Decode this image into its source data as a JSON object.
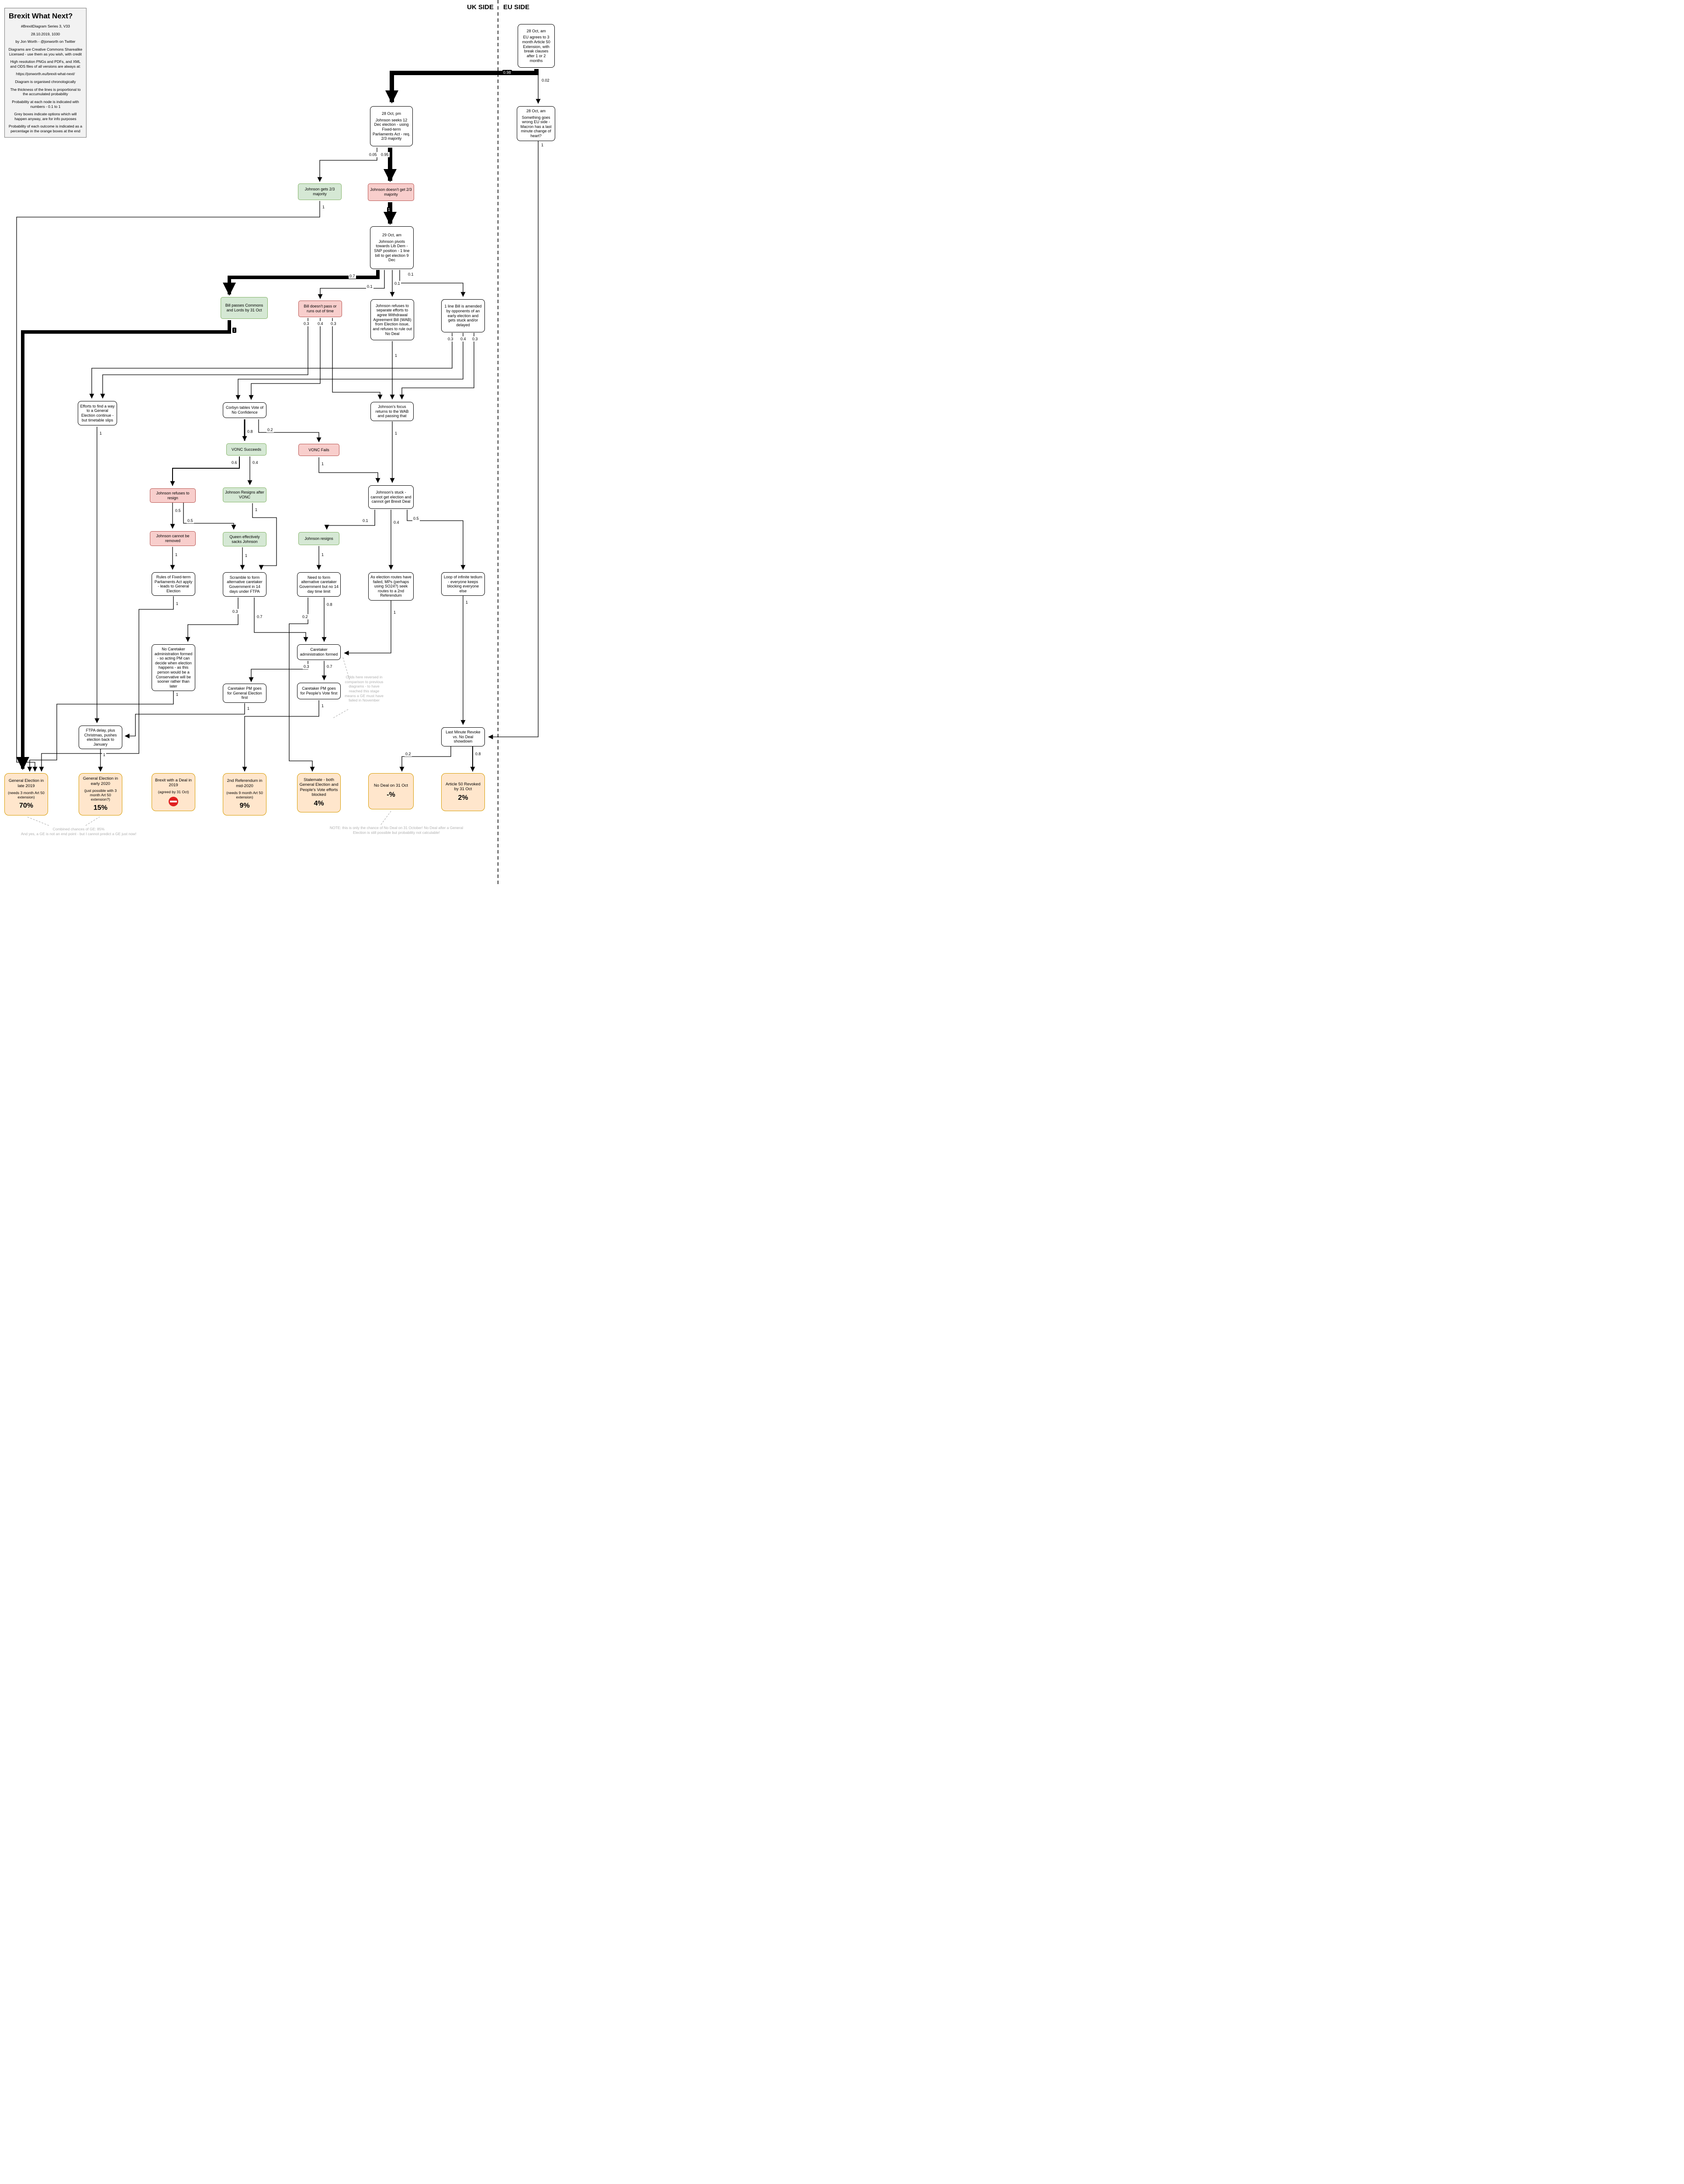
{
  "sides": {
    "uk": "UK SIDE",
    "eu": "EU SIDE"
  },
  "legend": {
    "title": "Brexit What Next?",
    "lines": [
      "#BrexitDiagram Series 3, V33",
      "28.10.2019, 1030",
      "by Jon Worth - @jonworth on Twitter",
      "Diagrams are Creative Commons Sharealike Licensed - use them as you wish, with credit",
      "High resolution PNGs and PDFs, and XML and ODS files of all versions are always at:",
      "https://jonworth.eu/brexit-what-next/",
      "Diagram is organised chronologically",
      "The thickness of the lines is proportional to the accumulated probability",
      "Probability at each node is indicated with numbers - 0.1 to 1",
      "Grey boxes indicate options which will happen anyway, are for info purposes",
      "Probability of each outcome is indicated as a percentage in the orange boxes at the end"
    ]
  },
  "nodes": {
    "eu_agrees": {
      "date": "28 Oct, am",
      "text": "EU agrees to 3 month Article 50 Extension, with break clauses after 1 or 2 months"
    },
    "eu_wrong": {
      "date": "28 Oct, am",
      "text": "Something goes wrong EU side - Macron has a last minute change of heart?"
    },
    "johnson_seeks": {
      "date": "28 Oct, pm",
      "text": "Johnson seeks 12 Dec election - using Fixed-term Parliaments Act - req. 2/3 majority"
    },
    "gets_majority": {
      "text": "Johnson gets 2/3 majority"
    },
    "no_majority": {
      "text": "Johnson doesn't get 2/3 majority"
    },
    "pivot": {
      "date": "29 Oct, am",
      "text": "Johnson pivots towards Lib Dem - SNP position - 1 line bill to get election 9 Dec"
    },
    "bill_passes": {
      "text": "Bill passes Commons and Lords by 31 Oct"
    },
    "bill_fails": {
      "text": "Bill doesn't pass or runs out of time"
    },
    "refuses_separate": {
      "text": "Johnson refuses to separate efforts to agree Withdrawal Agreement Bill (WAB) from Election issue, and refuses to rule out No Deal"
    },
    "bill_amended": {
      "text": "1 line Bill is amended by opponents of an early election and gets stuck and/or delayed"
    },
    "efforts_continue": {
      "text": "Efforts to find a way to a General Election continue - but timetable slips"
    },
    "vonc_tabled": {
      "text": "Corbyn tables Vote of No Confidence"
    },
    "wab_focus": {
      "text": "Johnson's focus returns to the WAB and passing that"
    },
    "vonc_succeeds": {
      "text": "VONC Succeeds"
    },
    "vonc_fails": {
      "text": "VONC Fails"
    },
    "refuses_resign": {
      "text": "Johnson refuses to resign"
    },
    "resigns_vonc": {
      "text": "Johnson Resigns after VONC"
    },
    "johnsons_stuck": {
      "text": "Johnson's stuck - cannot get election and cannot get Brexit Deal"
    },
    "cannot_removed": {
      "text": "Johnson cannot be removed"
    },
    "queen_sacks": {
      "text": "Queen effectively sacks Johnson"
    },
    "johnson_resigns": {
      "text": "Johnson resigns"
    },
    "ftpa_rules": {
      "text": "Rules of Fixed-term Parliaments Act apply - leads to General Election"
    },
    "scramble": {
      "text": "Scramble to form alternative caretaker Government in 14 days under FTPA"
    },
    "need_caretaker": {
      "text": "Need to form alternative caretaker Government but no 14 day time limit"
    },
    "seek_2nd_ref": {
      "text": "As election routes have failed, MPs (perhaps using SO24?) seek routes to a 2nd Referendum"
    },
    "loop_tedium": {
      "text": "Loop of infinite tedium - everyone keeps blocking everyone else"
    },
    "no_caretaker": {
      "text": "No Caretaker administration formed - so acting PM can decide when election happens - as this person would be a Conservative will be sooner rather than later"
    },
    "caretaker_formed": {
      "text": "Caretaker administration formed"
    },
    "pm_ge_first": {
      "text": "Caretaker PM goes for General Election first"
    },
    "pm_pv_first": {
      "text": "Caretaker PM goes for People's Vote first"
    },
    "ftpa_delay": {
      "text": "FTPA delay, plus Christmas, pushes election back to January"
    },
    "last_minute": {
      "text": "Last Minute Revoke vs. No Deal showdown"
    }
  },
  "outcomes": {
    "ge_late": {
      "title": "General Election in late 2019",
      "sub": "(needs 3 month Art 50 extension)",
      "pct": "70%"
    },
    "ge_early": {
      "title": "General Election in early 2020",
      "sub": "(just possible with 3 month Art 50 extension?)",
      "pct": "15%"
    },
    "deal_2019": {
      "title": "Brexit with a Deal in 2019",
      "sub": "(agreed by 31 Oct)",
      "icon": "no-entry"
    },
    "ref_2020": {
      "title": "2nd Referendum in mid-2020",
      "sub": "(needs 9 month Art 50 extension)",
      "pct": "9%"
    },
    "stalemate": {
      "title": "Stalemate - both General Election and People's Vote efforts blocked",
      "pct": "4%"
    },
    "no_deal": {
      "title": "No Deal on 31 Oct",
      "pct": "-%"
    },
    "revoked": {
      "title": "Article 50 Revoked by 31 Oct",
      "pct": "2%"
    }
  },
  "edges": {
    "eu_seeks": "0.98",
    "eu_wrong": "0.02",
    "wrong_down": "1",
    "seeks_gets": "0.05",
    "seeks_no": "0.95",
    "gets_down": "1",
    "no_pivot": "1",
    "pivot_pass": "0.7",
    "pivot_fail": "0.1",
    "pivot_refuse": "0.1",
    "pivot_amend": "0.1",
    "pass_ge": "1",
    "fail_a": "0.3",
    "fail_b": "0.4",
    "fail_c": "0.3",
    "refuse_wab": "1",
    "amend_a": "0.3",
    "amend_b": "0.4",
    "amend_c": "0.3",
    "efforts_down": "1",
    "vonc_s": "0.8",
    "vonc_f": "0.2",
    "s_refuses": "0.6",
    "s_resigns": "0.4",
    "f_stuck": "1",
    "wab_stuck": "1",
    "rr_cannot": "0.5",
    "rr_queen": "0.5",
    "resigns_scramble": "1",
    "queen_scramble": "1",
    "cannot_ftpa": "1",
    "jr_need": "1",
    "stuck_resigns": "0.1",
    "stuck_seek": "0.4",
    "stuck_loop": "0.5",
    "ftpa_ge": "1",
    "scramble_no": "0.3",
    "scramble_yes": "0.7",
    "need_stale": "0.2",
    "need_yes": "0.8",
    "seek_caretaker": "1",
    "loop_last": "1",
    "nocare_ge": "1",
    "cf_ge": "0.3",
    "cf_pv": "0.7",
    "pmge": "1",
    "pmpv": "1",
    "delay_ge": "1",
    "last_nodeal": "0.2",
    "last_revoke": "0.8"
  },
  "notes": {
    "odds_reversed": "Odds here reversed in comparison to previous diagrams - to have reached this stage means a GE must have failed in November",
    "combined_ge_1": "Combined chances of GE: 85%",
    "combined_ge_2": "And yes, a GE is not an end point - but I cannot predict a GE just now!",
    "no_deal_note": "NOTE: this is only the chance of No Deal on 31 October! No Deal after a General Election is still possible but probability not calculable!"
  }
}
